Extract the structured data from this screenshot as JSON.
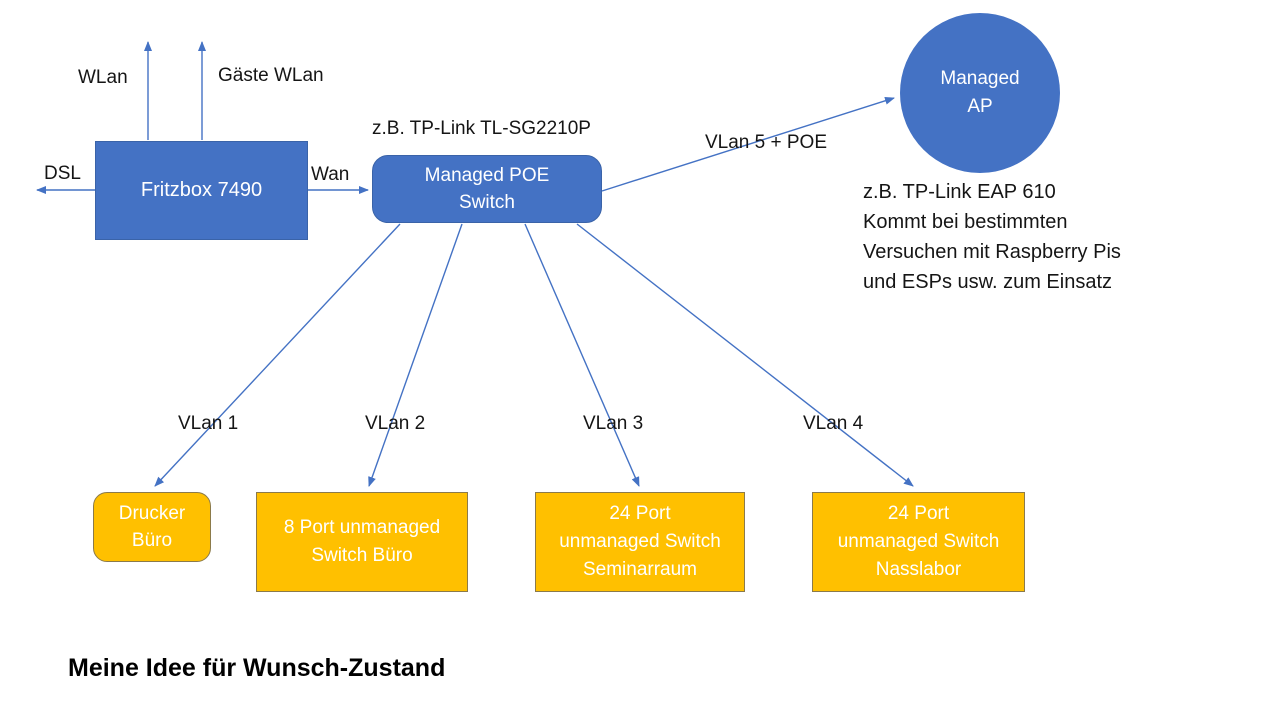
{
  "title": "Meine Idee für Wunsch-Zustand",
  "colors": {
    "node_blue": "#4472C4",
    "node_blue_border": "#3A63A8",
    "orange": "#FFC000",
    "orange_border": "#8B7A4A",
    "connector": "#4472C4",
    "text_dark": "#151515",
    "node_text": "#FFFFFF"
  },
  "nodes": {
    "fritzbox": {
      "label": "Fritzbox 7490"
    },
    "poe_switch": {
      "label": "Managed POE\nSwitch"
    },
    "managed_ap": {
      "label": "Managed\nAP"
    },
    "drucker": {
      "label": "Drucker\nBüro"
    },
    "switch8": {
      "label": "8 Port unmanaged\nSwitch Büro"
    },
    "switch24_seminar": {
      "label": "24 Port\nunmanaged Switch\nSeminarraum"
    },
    "switch24_nass": {
      "label": "24 Port\nunmanaged Switch\nNasslabor"
    }
  },
  "labels": {
    "wlan": "WLan",
    "gaeste_wlan": "Gäste WLan",
    "dsl": "DSL",
    "wan": "Wan",
    "switch_model": "z.B. TP-Link TL-SG2210P",
    "vlan5": "VLan 5 + POE",
    "vlan1": "VLan 1",
    "vlan2": "VLan 2",
    "vlan3": "VLan 3",
    "vlan4": "VLan 4",
    "ap_note": "z.B. TP-Link EAP 610\nKommt bei bestimmten\nVersuchen mit Raspberry Pis\nund ESPs usw. zum Einsatz"
  }
}
